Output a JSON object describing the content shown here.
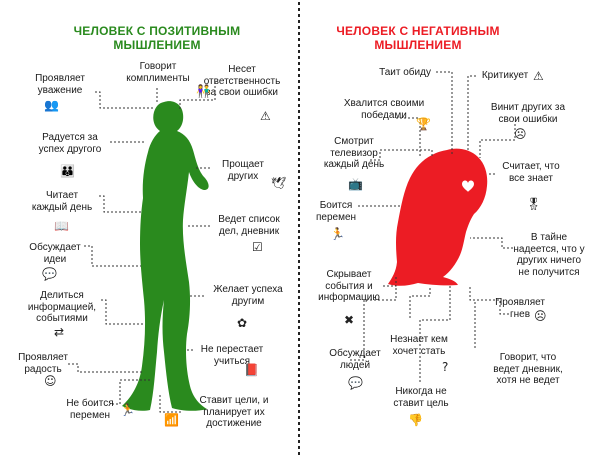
{
  "colors": {
    "positive": "#2a8a1e",
    "negative": "#ec1c24",
    "line": "#333333"
  },
  "positive": {
    "title": "ЧЕЛОВЕК С ПОЗИТИВНЫМ\nМЫШЛЕНИЕМ",
    "items": [
      "Проявляет\nуважение",
      "Говорит\nкомплименты",
      "Несет\nответственность\nза свои ошибки",
      "Радуется за\nуспех другого",
      "Прощает\nдругих",
      "Читает\nкаждый день",
      "Ведет список\nдел, дневник",
      "Обсуждает\nидеи",
      "Желает успеха\nдругим",
      "Делиться\nинформацией,\nсобытиями",
      "Не перестает\nучиться",
      "Проявляет\nрадость",
      "Не боится\nперемен",
      "Ставит цели, и\nпланирует их\nдостижение"
    ]
  },
  "negative": {
    "title": "ЧЕЛОВЕК С НЕГАТИВНЫМ\nМЫШЛЕНИЕМ",
    "items": [
      "Таит обиду",
      "Критикует",
      "Хвалится своими\nпобедами",
      "Винит других за\nсвои ошибки",
      "Смотрит\nтелевизор\nкаждый день",
      "Считает, что\nвсе знает",
      "Боится\nперемен",
      "В тайне\nнадеется, что у\nдругих ничего\nне получится",
      "Скрывает\nсобытия и\nинформацию",
      "Проявляет\nгнев",
      "Незнает кем\nхочет стать",
      "Обсуждает\nлюдей",
      "Говорит, что\nведет дневник,\nхотя не ведет",
      "Никогда не\nставит цель"
    ]
  }
}
